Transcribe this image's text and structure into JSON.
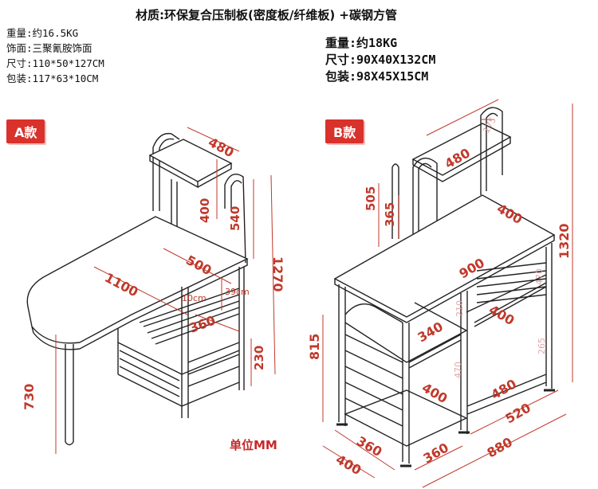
{
  "material": "材质:环保复合压制板(密度板/纤维板) +碳钢方管",
  "model_a": {
    "badge": "A款",
    "specs": [
      "重量:约16.5KG",
      "饰面:三聚氰胺饰面",
      "尺寸:110*50*127CM",
      "包装:117*63*10CM"
    ],
    "dims": {
      "top_depth": "480",
      "upper_height": "400",
      "mid_height": "540",
      "shelf_width": "500",
      "table_length": "1100",
      "total_height": "1270",
      "gap_10": "10cm",
      "gap_39": "39cm",
      "inner_depth": "360",
      "bottom_height": "230",
      "leg_height": "730"
    }
  },
  "model_b": {
    "badge": "B款",
    "specs": [
      "重量:约18KG",
      "尺寸:90X40X132CM",
      "包装:98X45X15CM"
    ],
    "dims": {
      "top_width": "480",
      "top_side": "175",
      "top_height": "505",
      "upper_gap": "365",
      "total_height": "1320",
      "depth_top": "400",
      "width": "900",
      "side_470": "470",
      "inner_210": "210",
      "inner_400": "400",
      "left_340": "340",
      "right_265": "265",
      "left_470": "470",
      "left_400": "400",
      "right_480": "480",
      "side_520": "520",
      "height_815": "815",
      "bottom_360_left": "360",
      "bottom_360_right": "360",
      "bottom_400": "400",
      "bottom_880": "880"
    }
  },
  "unit": "单位MM"
}
